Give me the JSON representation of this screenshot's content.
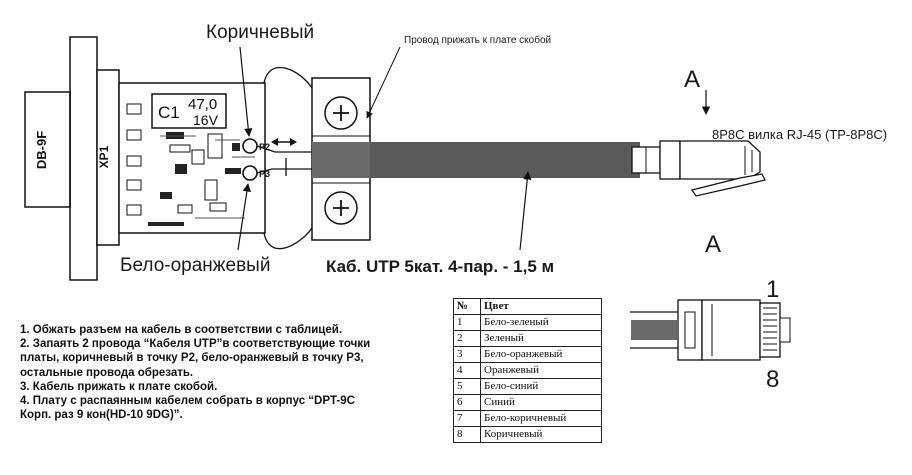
{
  "labels": {
    "wire_brown": "Коричневый",
    "wire_white_orange": "Бело-оранжевый",
    "clamp_note": "Провод прижать к плате скобой",
    "plug": "8P8C вилка RJ-45 (TP-8P8C)",
    "cable": "Каб. UTP 5кат. 4-пар. - 1,5 м",
    "view_marker": "A",
    "pin_first": "1",
    "pin_last": "8"
  },
  "board": {
    "connector": "DB-9F",
    "connector_ref": "XP1",
    "capacitor_ref": "C1",
    "capacitor_value": "47,0",
    "capacitor_voltage": "16V",
    "pad_p2": "P2",
    "pad_p3": "P3"
  },
  "instructions": [
    "1. Обжать разъем на кабель в соответствии с таблицей.",
    "2. Запаять 2 провода “Кабеля UTP”в соответствующие точки платы, коричневый в точку P2, бело-оранжевый в точку P3, остальные провода обрезать.",
    "3. Кабель  прижать к плате скобой.",
    "4. Плату с распаянным кабелем собрать в  корпус “DPT-9C Корп. раз 9 кон(HD-10 9DG)”."
  ],
  "pin_table": {
    "headers": [
      "№",
      "Цвет"
    ],
    "rows": [
      [
        "1",
        "Бело-зеленый"
      ],
      [
        "2",
        "Зеленый"
      ],
      [
        "3",
        "Бело-оранжевый"
      ],
      [
        "4",
        "Оранжевый"
      ],
      [
        "5",
        "Бело-синий"
      ],
      [
        "6",
        "Синий"
      ],
      [
        "7",
        "Бело-коричневый"
      ],
      [
        "8",
        "Коричневый"
      ]
    ]
  }
}
